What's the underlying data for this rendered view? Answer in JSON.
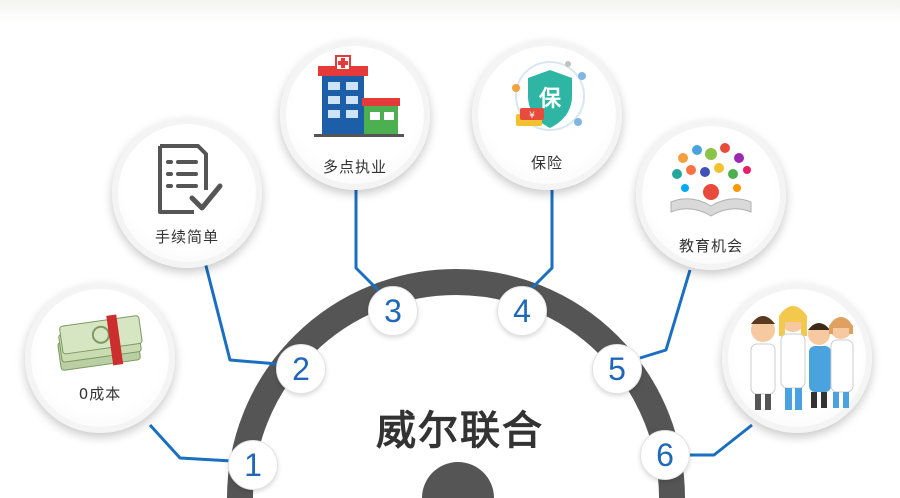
{
  "title": "威尔联合",
  "colors": {
    "arc": "#555555",
    "connector": "#1a6fc0",
    "number": "#1f67b8",
    "node_border": "#f4f4f4"
  },
  "nodes": [
    {
      "number": "1",
      "label": "0成本",
      "icon": "money-stack-icon"
    },
    {
      "number": "2",
      "label": "手续简单",
      "icon": "checklist-icon"
    },
    {
      "number": "3",
      "label": "多点执业",
      "icon": "hospital-icon"
    },
    {
      "number": "4",
      "label": "保险",
      "icon": "insurance-shield-icon",
      "icon_text": "保",
      "icon_symbol": "¥"
    },
    {
      "number": "5",
      "label": "教育机会",
      "icon": "education-book-icon"
    },
    {
      "number": "6",
      "label": "",
      "icon": "medical-staff-icon"
    }
  ]
}
